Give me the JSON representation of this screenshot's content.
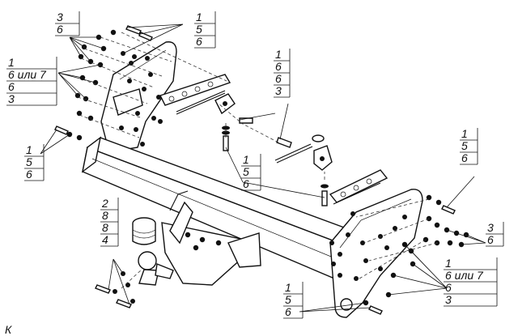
{
  "callouts": {
    "top_left": [
      "3",
      "6"
    ],
    "left_main": [
      "1",
      "6 или 7",
      "6",
      "3"
    ],
    "left_lower": [
      "1",
      "5",
      "6"
    ],
    "top_mid": [
      "1",
      "5",
      "6"
    ],
    "center_upper": [
      "1",
      "6",
      "6",
      "3"
    ],
    "center_lower": [
      "1",
      "5",
      "6"
    ],
    "right_upper": [
      "1",
      "5",
      "6"
    ],
    "right_mid": [
      "3",
      "6"
    ],
    "right_lower": [
      "1",
      "6 или 7",
      "6",
      "3"
    ],
    "ball": [
      "2",
      "8",
      "8",
      "4"
    ],
    "bottom": [
      "1",
      "5",
      "6"
    ]
  },
  "footer_text": "К"
}
